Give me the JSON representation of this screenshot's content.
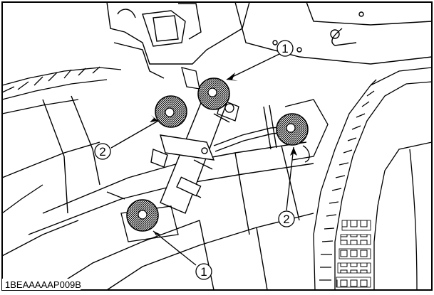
{
  "figure": {
    "code": "1BEAAAAAP009B"
  },
  "callouts": [
    {
      "number": "1",
      "meaning": ""
    },
    {
      "number": "2",
      "meaning": ""
    },
    {
      "number": "2",
      "meaning": ""
    },
    {
      "number": "1",
      "meaning": ""
    }
  ],
  "highlight_points": 4,
  "colors": {
    "line": "#000000",
    "background": "#ffffff",
    "highlight_hatch": "#000000"
  }
}
